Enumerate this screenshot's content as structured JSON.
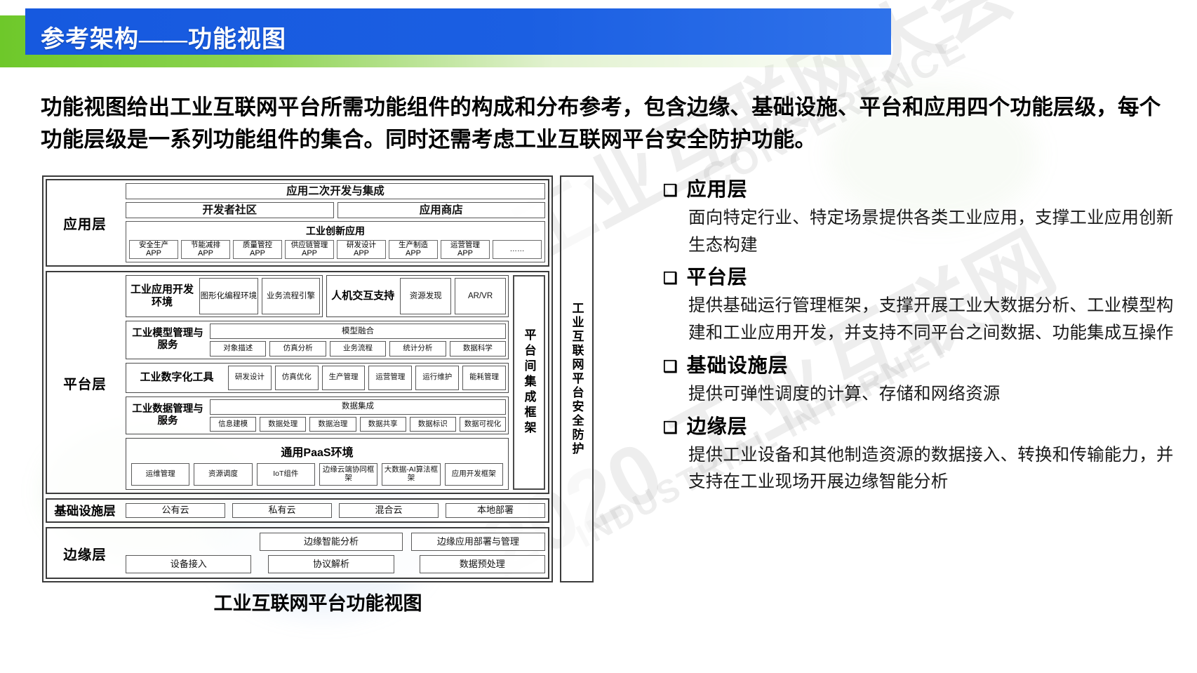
{
  "slide": {
    "title": "参考架构——功能视图",
    "lead": "功能视图给出工业互联网平台所需功能组件的构成和分布参考，包含边缘、基础设施、平台和应用四个功能层级，每个功能层级是一系列功能组件的集合。同时还需考虑工业互联网平台安全防护功能。",
    "figure_caption": "工业互联网平台功能视图",
    "accent_blue": "#1659df",
    "accent_green": "#6ec82a"
  },
  "diagram": {
    "app_layer": {
      "name": "应用层",
      "top_bar": "应用二次开发与集成",
      "second_row": [
        "开发者社区",
        "应用商店"
      ],
      "innovation_title": "工业创新应用",
      "apps": [
        {
          "line1": "安全生产",
          "line2": "APP"
        },
        {
          "line1": "节能减排",
          "line2": "APP"
        },
        {
          "line1": "质量管控",
          "line2": "APP"
        },
        {
          "line1": "供应链管理",
          "line2": "APP"
        },
        {
          "line1": "研发设计",
          "line2": "APP"
        },
        {
          "line1": "生产制造",
          "line2": "APP"
        },
        {
          "line1": "运营管理",
          "line2": "APP"
        },
        {
          "line1": "……",
          "line2": ""
        }
      ]
    },
    "platform_layer": {
      "name": "平台层",
      "integration_rail": "平台间集成框架",
      "dev_row": {
        "left_title": "工业应用开发环境",
        "left_boxes": [
          "图形化编程环境",
          "业务流程引擎"
        ],
        "right_title": "人机交互支持",
        "right_boxes": [
          "资源发现",
          "AR/VR"
        ]
      },
      "model_row": {
        "label": "工业模型管理与服务",
        "banner": "模型融合",
        "boxes": [
          "对象描述",
          "仿真分析",
          "业务流程",
          "统计分析",
          "数据科学"
        ]
      },
      "tools_row": {
        "label": "工业数字化工具",
        "boxes": [
          "研发设计",
          "仿真优化",
          "生产管理",
          "运营管理",
          "运行维护",
          "能耗管理"
        ]
      },
      "data_row": {
        "label": "工业数据管理与服务",
        "banner": "数据集成",
        "boxes": [
          "信息建模",
          "数据处理",
          "数据治理",
          "数据共享",
          "数据标识",
          "数据可视化"
        ]
      },
      "paas_row": {
        "title": "通用PaaS环境",
        "boxes": [
          "运维管理",
          "资源调度",
          "IoT组件",
          "边缘云端协同框架",
          "大数据-AI算法框架",
          "应用开发框架"
        ]
      }
    },
    "infra_layer": {
      "name": "基础设施层",
      "boxes": [
        "公有云",
        "私有云",
        "混合云",
        "本地部署"
      ]
    },
    "edge_layer": {
      "name": "边缘层",
      "row1": [
        "边缘智能分析",
        "边缘应用部署与管理"
      ],
      "row2": [
        "设备接入",
        "协议解析",
        "数据预处理"
      ]
    },
    "security_rail": "工业互联网平台安全防护"
  },
  "bullets": [
    {
      "marker": "❑",
      "title": "应用层",
      "body": "面向特定行业、特定场景提供各类工业应用，支撑工业应用创新生态构建"
    },
    {
      "marker": "❑",
      "title": "平台层",
      "body": "提供基础运行管理框架，支撑开展工业大数据分析、工业模型构建和工业应用开发，并支持不同平台之间数据、功能集成互操作"
    },
    {
      "marker": "❑",
      "title": "基础设施层",
      "body": "提供可弹性调度的计算、存储和网络资源"
    },
    {
      "marker": "❑",
      "title": "边缘层",
      "body": "提供工业设备和其他制造资源的数据接入、转换和传输能力，并支持在工业现场开展边缘智能分析"
    }
  ],
  "watermark": {
    "line1": "工业互联网大会",
    "line2": "CONFERENCE",
    "line3": "2020 工业互联网",
    "line4": "INDUSTRIAL INTERNET"
  }
}
